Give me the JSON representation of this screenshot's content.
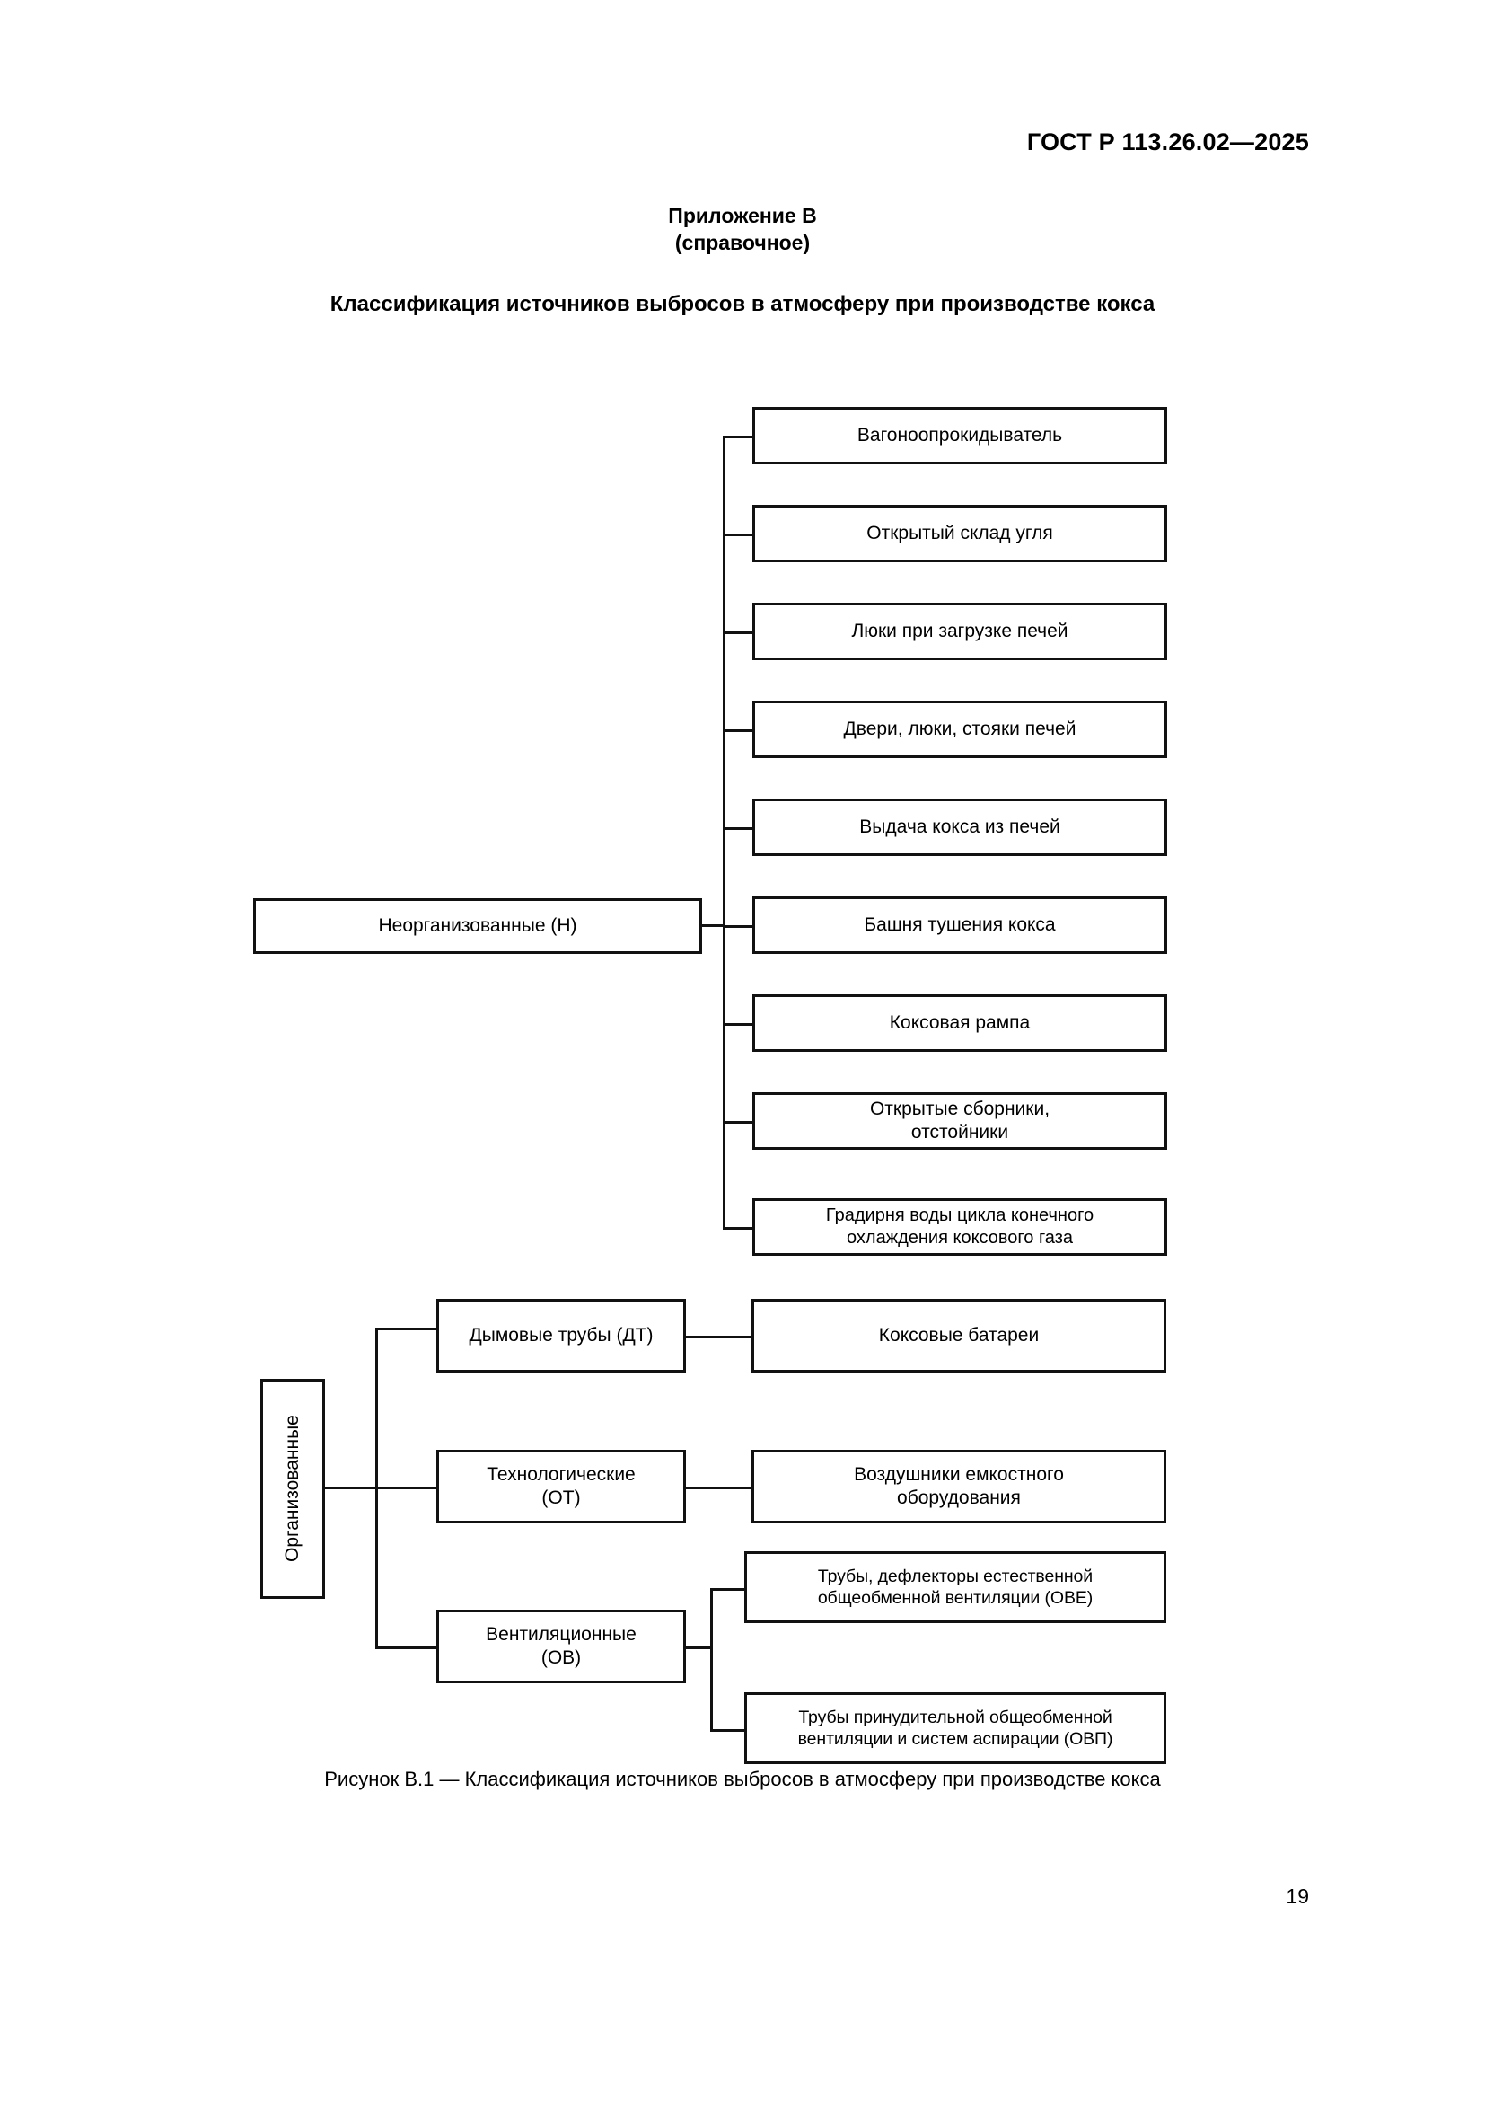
{
  "header": {
    "standard_id": "ГОСТ Р 113.26.02—2025"
  },
  "annex": {
    "title": "Приложение В",
    "subtitle": "(справочное)",
    "heading": "Классификация источников выбросов в атмосферу при производстве кокса"
  },
  "figure": {
    "caption": "Рисунок В.1 — Классификация источников выбросов в атмосферу при производстве кокса"
  },
  "footer": {
    "page_number": "19"
  },
  "chart_data": {
    "type": "diagram",
    "title": "Классификация источников выбросов в атмосферу при производстве кокса",
    "orientation": "left-to-right tree",
    "nodes": {
      "unorganized": {
        "label": "Неорганизованные (Н)",
        "children": [
          "Вагоноопрокидыватель",
          "Открытый склад угля",
          "Люки при загрузке печей",
          "Двери, люки, стояки печей",
          "Выдача кокса из печей",
          "Башня тушения кокса",
          "Коксовая рампа",
          "Открытые сборники, отстойники",
          "Градирня воды цикла конечного охлаждения коксового газа"
        ]
      },
      "organized": {
        "label": "Организованные",
        "children": [
          {
            "label": "Дымовые трубы (ДТ)",
            "children": [
              "Коксовые батареи"
            ]
          },
          {
            "label": "Технологические (ОТ)",
            "children": [
              "Воздушники емкостного оборудования"
            ]
          },
          {
            "label": "Вентиляционные (ОВ)",
            "children": [
              "Трубы, дефлекторы естественной общеобменной вентиляции (ОВЕ)",
              "Трубы принудительной общеобменной вентиляции и систем аспирации (ОВП)"
            ]
          }
        ]
      }
    }
  },
  "diagram": {
    "unorganized_label": "Неорганизованные (Н)",
    "organized_label": "Организованные",
    "unorganized_items": [
      "Вагоноопрокидыватель",
      "Открытый склад угля",
      "Люки при загрузке печей",
      "Двери, люки, стояки печей",
      "Выдача кокса из печей",
      "Башня тушения кокса",
      "Коксовая рампа"
    ],
    "open_collectors_line1": "Открытые сборники,",
    "open_collectors_line2": "отстойники",
    "cooling_tower_line1": "Градирня воды цикла конечного",
    "cooling_tower_line2": "охлаждения коксового газа",
    "smoke_stacks_label": "Дымовые трубы (ДТ)",
    "coke_batteries_label": "Коксовые батареи",
    "technological_line1": "Технологические",
    "technological_line2": "(ОТ)",
    "air_vents_line1": "Воздушники емкостного",
    "air_vents_line2": "оборудования",
    "ventilation_line1": "Вентиляционные",
    "ventilation_line2": "(ОВ)",
    "ove_line1": "Трубы, дефлекторы естественной",
    "ove_line2": "общеобменной вентиляции (ОВЕ)",
    "ovp_line1": "Трубы принудительной общеобменной",
    "ovp_line2": "вентиляции и систем аспирации (ОВП)"
  }
}
